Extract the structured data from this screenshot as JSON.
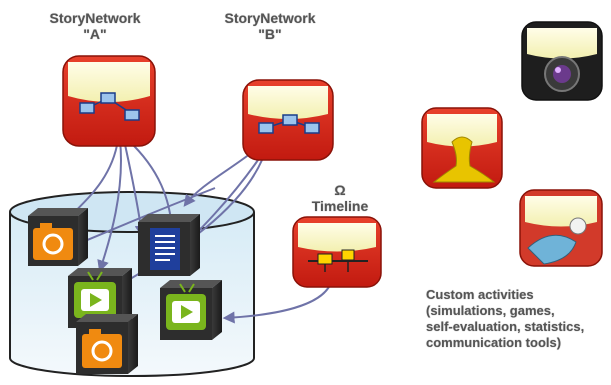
{
  "labels": {
    "network_a_line1": "StoryNetwork",
    "network_a_line2": "\"A\"",
    "network_b_line1": "StoryNetwork",
    "network_b_line2": "\"B\"",
    "timeline_line1": "Ω",
    "timeline_line2": "Timeline"
  },
  "caption": {
    "line1": "Custom activities",
    "line2": "(simulations, games,",
    "line3": "self-evaluation, statistics,",
    "line4": "communication tools)"
  },
  "icons": {
    "app_icon": "red-rounded-app-icon",
    "network_symbol": "network-nodes-icon",
    "timeline_symbol": "timeline-icon",
    "camera": "camera-icon",
    "video": "tv-play-icon",
    "document": "document-icon",
    "lens": "camera-lens-icon",
    "figure": "yellow-figure-icon",
    "tool": "tool-icon"
  },
  "colors": {
    "app_red": "#d8281c",
    "connector": "#6f73a8",
    "camera_orange": "#f08a10",
    "video_green": "#7ab51d",
    "doc_blue": "#1f3f9c",
    "cylinder_fill": "#e4f1f8"
  }
}
